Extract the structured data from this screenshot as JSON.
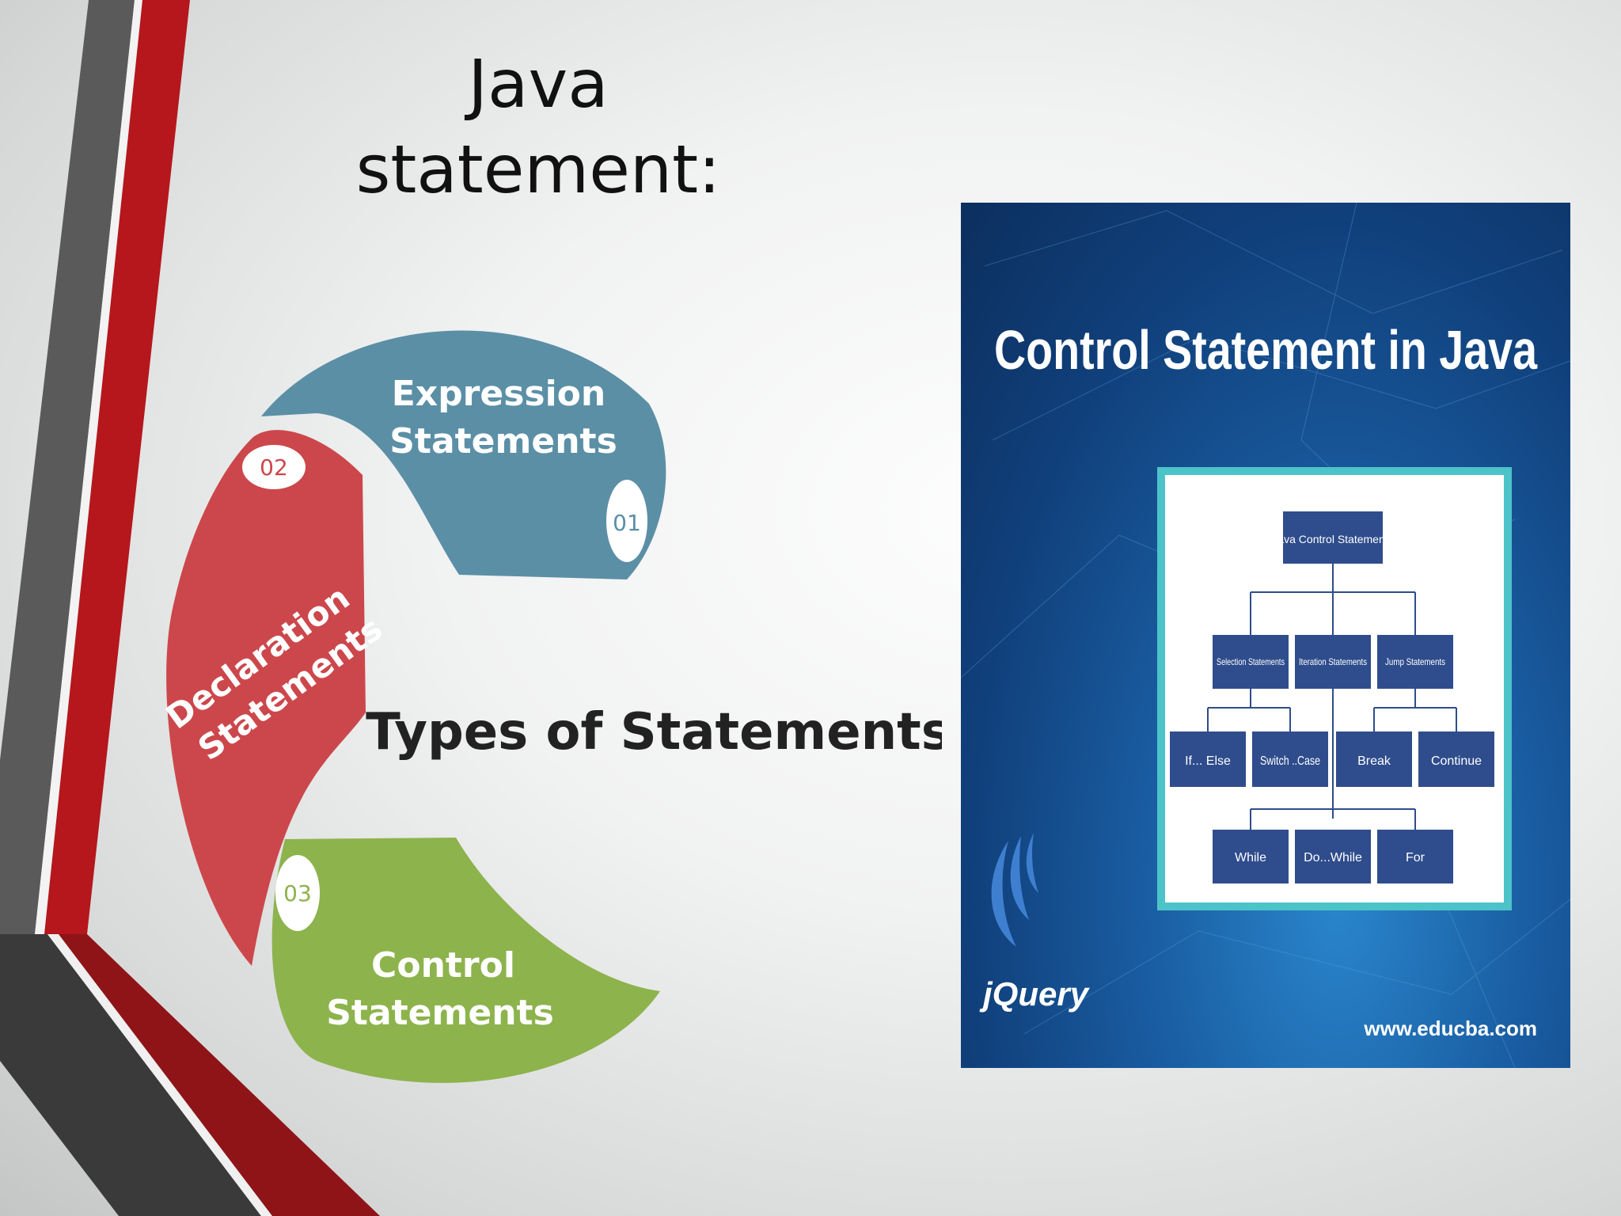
{
  "slide": {
    "title_line1": "Java",
    "title_line2": "statement:"
  },
  "types_graphic": {
    "heading": "Types of Statements",
    "segments": [
      {
        "number": "01",
        "line1": "Expression",
        "line2": "Statements",
        "color": "#5b8fa6"
      },
      {
        "number": "02",
        "line1": "Declaration",
        "line2": "Statements",
        "color": "#cc474b"
      },
      {
        "number": "03",
        "line1": "Control",
        "line2": "Statements",
        "color": "#8db34d"
      }
    ]
  },
  "control_image": {
    "title": "Control Statement in Java",
    "tree": {
      "root": "Java Control Statements",
      "level1": [
        "Selection Statements",
        "Iteration Statements",
        "Jump Statements"
      ],
      "level2": [
        "If... Else",
        "Switch ..Case",
        "Break",
        "Continue"
      ],
      "level3": [
        "While",
        "Do...While",
        "For"
      ]
    },
    "logo_text": "jQuery",
    "website": "www.educba.com",
    "box_color": "#2f4d8c",
    "frame_color": "#4cc3c8"
  },
  "colors": {
    "accent_red": "#b5171c",
    "accent_gray": "#4a4a4a"
  }
}
